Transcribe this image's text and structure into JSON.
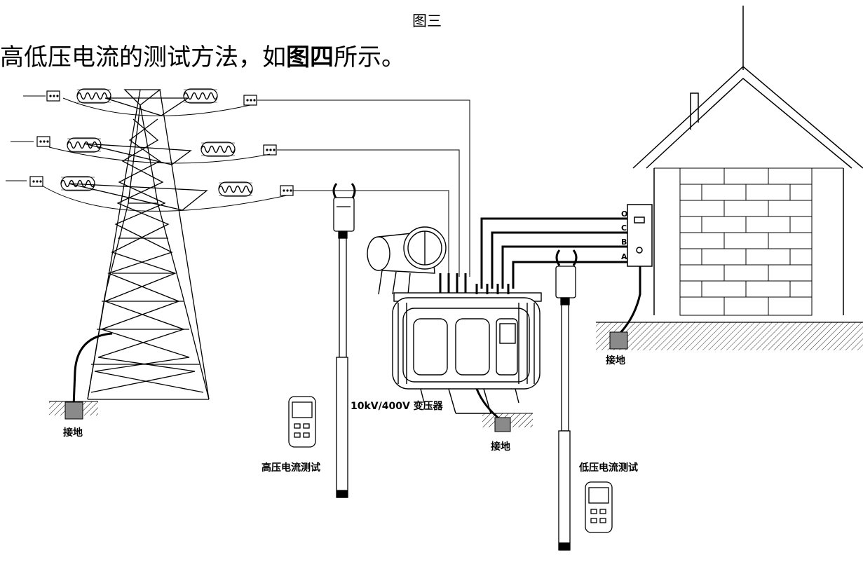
{
  "caption": "图三",
  "intro": {
    "before": "高低压电流的测试方法，如",
    "bold": "图四",
    "after": "所示。"
  },
  "labels": {
    "ground_tower": "接地",
    "ground_transformer": "接地",
    "ground_house": "接地",
    "transformer": "10kV/400V 变压器",
    "high_voltage_test": "高压电流测试",
    "low_voltage_test": "低压电流测试"
  },
  "phases": [
    "O",
    "C",
    "B",
    "A"
  ]
}
